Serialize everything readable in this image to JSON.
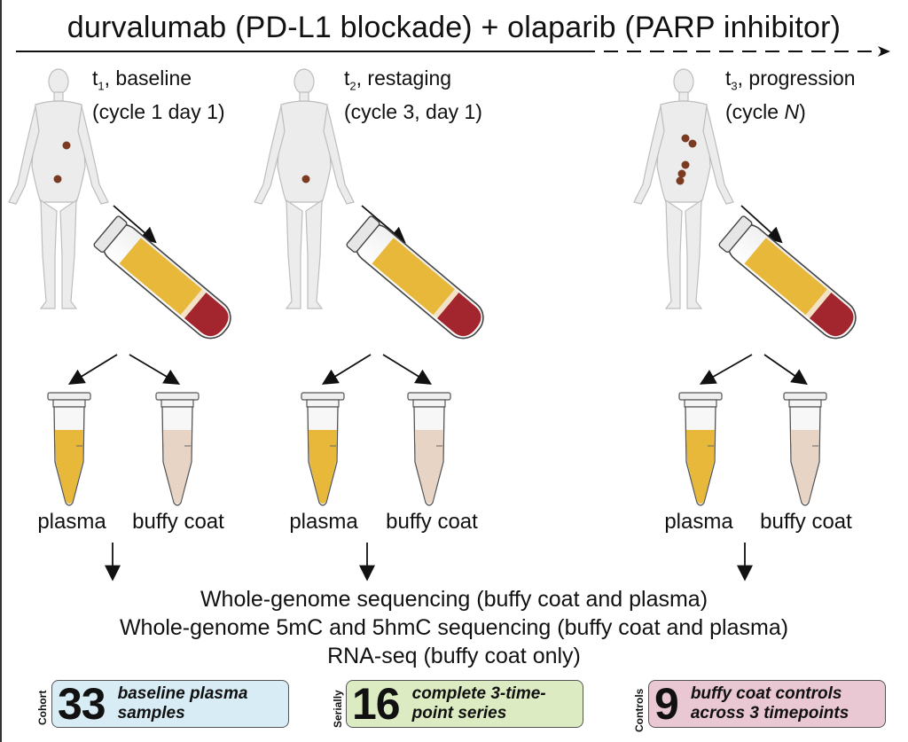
{
  "title": "durvalumab (PD-L1 blockade) + olaparib (PARP inhibitor)",
  "timepoints": [
    {
      "sub": "1",
      "line1_rest": ", baseline",
      "line2": "(cycle 1 day 1)",
      "line2_pre": "(cycle 1 day 1)",
      "line2_italic": "",
      "line2_post": ""
    },
    {
      "sub": "2",
      "line1_rest": ", restaging",
      "line2_pre": "(cycle 3, day 1)",
      "line2_italic": "",
      "line2_post": ""
    },
    {
      "sub": "3",
      "line1_rest": ", progression",
      "line2_pre": "(cycle ",
      "line2_italic": "N",
      "line2_post": ")"
    }
  ],
  "t_prefix": "t",
  "samples": {
    "plasma": "plasma",
    "buffy": "buffy coat"
  },
  "sequencing": [
    "Whole-genome sequencing (buffy coat and plasma)",
    "Whole-genome 5mC and 5hmC sequencing (buffy coat and plasma)",
    "RNA-seq (buffy coat only)"
  ],
  "summary": [
    {
      "side": "Cohort",
      "number": "33",
      "line1": "baseline plasma",
      "line2": "samples",
      "color": "#d8ecf6"
    },
    {
      "side": "Serially",
      "number": "16",
      "line1": "complete 3-time-",
      "line2": "point series",
      "color": "#dcebc2"
    },
    {
      "side": "Controls",
      "number": "9",
      "line1": "buffy coat controls",
      "line2": "across 3 timepoints",
      "color": "#e9c8d3"
    }
  ],
  "colors": {
    "plasma": "#e8b83a",
    "blood": "#a3262e",
    "buffy": "#e8d4c4",
    "body": "#ececec",
    "tumor": "#7a3b22"
  }
}
